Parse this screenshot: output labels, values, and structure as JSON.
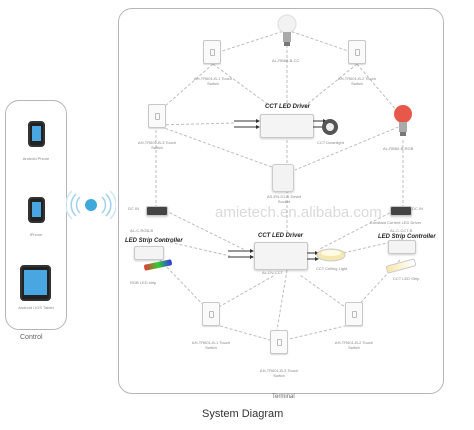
{
  "control_panel": {
    "label": "Control",
    "devices": [
      {
        "label": "Android Phone",
        "icon": "android-phone-icon"
      },
      {
        "label": "iPhone",
        "icon": "iphone-icon"
      },
      {
        "label": "Android / iOS Tablet",
        "icon": "tablet-icon"
      }
    ]
  },
  "terminal_panel": {
    "label": "Terminal"
  },
  "caption": "System Diagram",
  "watermark": "amietech.en.alibaba.com",
  "drivers": [
    {
      "title": "CCT LED Driver",
      "output_label": "CCT Downlight"
    },
    {
      "title": "CCT LED Driver",
      "output_label": "CCT Ceiling Light"
    }
  ],
  "strip_controllers": [
    {
      "title": "LED Strip Controller",
      "output_label": "RGB LED strip"
    },
    {
      "title": "LED Strip Controller",
      "output_label": "CCT LED Strip"
    }
  ],
  "node_labels": {
    "bulb_top": "AL-RB60-B-CC",
    "switch_top_left": "AH-TR601-B-1 Touch Switch",
    "switch_top_right": "AH-TR601-B-2 Touch Switch",
    "switch_mid_left": "AH-TR601-B-3 Touch Switch",
    "bulb_right": "AL-RB60-B-RGB",
    "smart_socket": "AS-EN-S1-B Smart Socket",
    "dc_left": "DC IN",
    "dc_right": "DC IN",
    "strip_left_code": "AL-C-RGB-B",
    "strip_right_code": "AL-C-CCT-B",
    "constant_current": "Constant Current LED Driver",
    "switch_bottom_left": "AH-TR601-B-1 Touch Switch",
    "switch_bottom_mid": "AH-TR601-B-3 Touch Switch",
    "switch_bottom_right": "AH-TR601-B-2 Touch Switch",
    "driver_mid_code": "AL-DV-CCT"
  },
  "colors": {
    "wireless": "#3fa9dc",
    "screen": "#4aa6e0",
    "bulb_rgb": "#e8584a"
  }
}
